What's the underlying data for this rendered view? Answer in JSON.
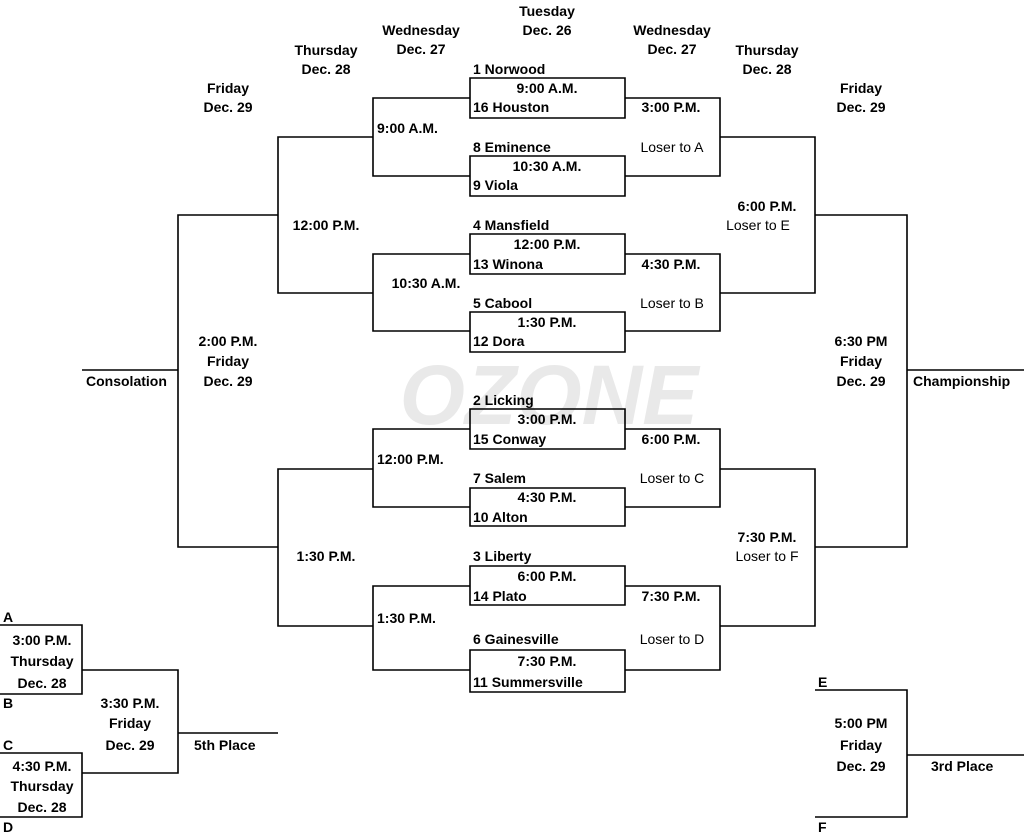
{
  "headers": {
    "tuesday": [
      "Tuesday",
      "Dec. 26"
    ],
    "wednesday_left": [
      "Wednesday",
      "Dec. 27"
    ],
    "wednesday_right": [
      "Wednesday",
      "Dec. 27"
    ],
    "thursday_left": [
      "Thursday",
      "Dec. 28"
    ],
    "thursday_right": [
      "Thursday",
      "Dec. 28"
    ],
    "friday_left": [
      "Friday",
      "Dec. 29"
    ],
    "friday_right": [
      "Friday",
      "Dec. 29"
    ]
  },
  "first_round": [
    {
      "top": "1 Norwood",
      "time": "9:00 A.M.",
      "bottom": "16 Houston"
    },
    {
      "top": "8 Eminence",
      "time": "10:30 A.M.",
      "bottom": "9 Viola"
    },
    {
      "top": "4 Mansfield",
      "time": "12:00 P.M.",
      "bottom": "13 Winona"
    },
    {
      "top": "5 Cabool",
      "time": "1:30 P.M.",
      "bottom": "12 Dora"
    },
    {
      "top": "2 Licking",
      "time": "3:00 P.M.",
      "bottom": "15 Conway"
    },
    {
      "top": "7 Salem",
      "time": "4:30 P.M.",
      "bottom": "10 Alton"
    },
    {
      "top": "3 Liberty",
      "time": "6:00 P.M.",
      "bottom": "14 Plato"
    },
    {
      "top": "6 Gainesville",
      "time": "7:30 P.M.",
      "bottom": "11 Summersville"
    }
  ],
  "consolation": {
    "qf_times": [
      "9:00 A.M.",
      "10:30 A.M.",
      "12:00 P.M.",
      "1:30 P.M."
    ],
    "semi_times": [
      "12:00 P.M.",
      "1:30 P.M."
    ],
    "final": [
      "2:00 P.M.",
      "Friday",
      "Dec. 29"
    ],
    "label": "Consolation"
  },
  "championship": {
    "qf_times": [
      "3:00 P.M.",
      "4:30 P.M.",
      "6:00 P.M.",
      "7:30 P.M."
    ],
    "qf_losers": [
      "Loser to A",
      "Loser to B",
      "Loser to C",
      "Loser to D"
    ],
    "semi": [
      {
        "time": "6:00 P.M.",
        "loser": "Loser to E"
      },
      {
        "time": "7:30 P.M.",
        "loser": "Loser to F"
      }
    ],
    "final": [
      "6:30 PM",
      "Friday",
      "Dec. 29"
    ],
    "label": "Championship"
  },
  "fifth_place": {
    "letters": [
      "A",
      "B",
      "C",
      "D"
    ],
    "game1": [
      "3:00 P.M.",
      "Thursday",
      "Dec. 28"
    ],
    "game2": [
      "4:30 P.M.",
      "Thursday",
      "Dec. 28"
    ],
    "final": [
      "3:30 P.M.",
      "Friday",
      "Dec. 29"
    ],
    "label": "5th Place"
  },
  "third_place": {
    "letters": [
      "E",
      "F"
    ],
    "game": [
      "5:00 PM",
      "Friday",
      "Dec. 29"
    ],
    "label": "3rd Place"
  },
  "watermark": "OZONE",
  "colors": {
    "line": "#000000",
    "watermark": "#e9e9e9"
  }
}
